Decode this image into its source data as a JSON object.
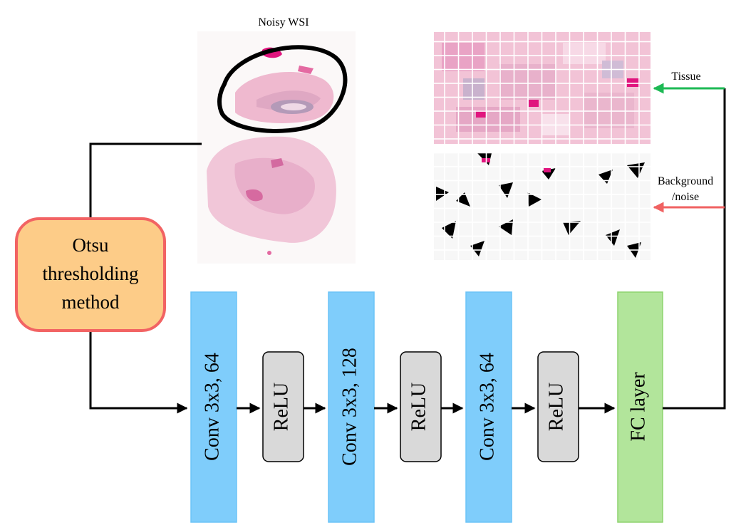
{
  "title": "Noisy WSI",
  "otsu": {
    "lines": [
      "Otsu",
      "thresholding",
      "method"
    ]
  },
  "layers": [
    {
      "id": "conv1",
      "kind": "conv",
      "label": "Conv 3x3, 64"
    },
    {
      "id": "relu1",
      "kind": "relu",
      "label": "ReLU"
    },
    {
      "id": "conv2",
      "kind": "conv",
      "label": "Conv 3x3, 128"
    },
    {
      "id": "relu2",
      "kind": "relu",
      "label": "ReLU"
    },
    {
      "id": "conv3",
      "kind": "conv",
      "label": "Conv 3x3, 64"
    },
    {
      "id": "relu3",
      "kind": "relu",
      "label": "ReLU"
    },
    {
      "id": "fc",
      "kind": "fc",
      "label": "FC layer"
    }
  ],
  "outputs": {
    "tissue": "Tissue",
    "background_lines": [
      "Background",
      "/noise"
    ]
  },
  "colors": {
    "conv": "#7fcdfb",
    "relu": "#d9d9d9",
    "fc": "#b2e59b",
    "otsu_fill": "#fdcc88",
    "otsu_stroke": "#f26363",
    "tissue_arrow": "#1db954",
    "noise_arrow": "#f06262",
    "stain": "#e9a3c5",
    "stain_dark": "#e0157e"
  }
}
